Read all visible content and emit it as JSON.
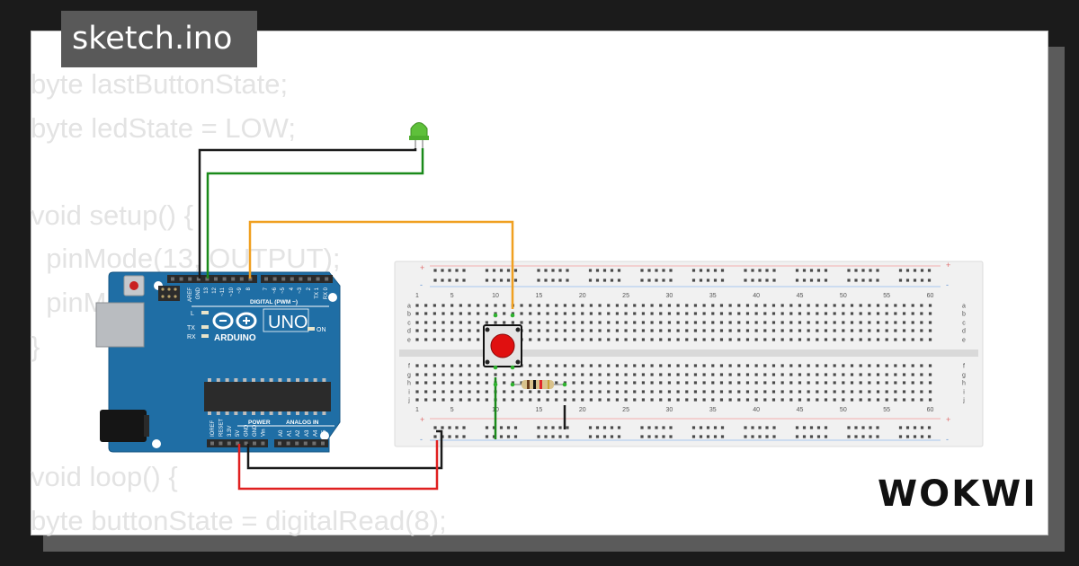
{
  "page": {
    "title": "sketch.ino",
    "brand": "WOKWI"
  },
  "code_lines": [
    "byte lastButtonState;",
    "byte ledState = LOW;",
    "",
    "void setup() {",
    "  pinMode(13, OUTPUT);",
    "  pinMode(8, INPUT);",
    "}",
    "",
    "",
    "void loop() {",
    "byte buttonState = digitalRead(8);"
  ],
  "arduino": {
    "model": "UNO",
    "brand": "ARDUINO",
    "header_digital": "DIGITAL (PWM ~)",
    "header_power": "POWER",
    "header_analog": "ANALOG IN",
    "pin_labels_top": [
      "AREF",
      "GND",
      "13",
      "12",
      "~11",
      "~10",
      "~9",
      "8",
      "7",
      "~6",
      "~5",
      "4",
      "~3",
      "2",
      "TX 1",
      "RX 0"
    ],
    "pin_labels_power": [
      "IOREF",
      "RESET",
      "3.3V",
      "5V",
      "GND",
      "GND",
      "Vin"
    ],
    "pin_labels_analog": [
      "A0",
      "A1",
      "A2",
      "A3",
      "A4",
      "A5"
    ],
    "led_labels": [
      "L",
      "TX",
      "RX",
      "ON"
    ]
  },
  "breadboard": {
    "column_numbers": [
      "1",
      "5",
      "10",
      "15",
      "20",
      "25",
      "30",
      "35",
      "40",
      "45",
      "50",
      "55",
      "60"
    ],
    "rows_top": [
      "a",
      "b",
      "c",
      "d",
      "e"
    ],
    "rows_bottom": [
      "f",
      "g",
      "h",
      "i",
      "j"
    ],
    "rail_plus": "+",
    "rail_minus": "-"
  },
  "colors": {
    "wire_black": "#1a1a1a",
    "wire_green": "#1a8a1a",
    "wire_orange": "#f0a020",
    "wire_red": "#e02020",
    "board_blue": "#1f6ea5",
    "led_green": "#5ec03a",
    "button_red": "#e01010"
  }
}
